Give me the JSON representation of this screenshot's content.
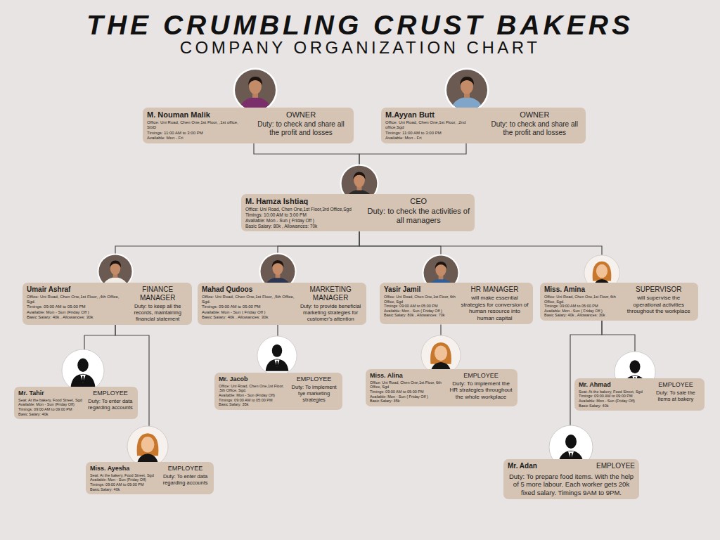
{
  "diagram": {
    "title": "THE CRUMBLING CRUST BAKERS",
    "nodes": [
      {
        "text": [
          "M. Nouman Malik",
          "OWNER",
          "Office: Uni Road, Chen One,1st Floor, ,1st office, SGD",
          "Timings: 11:00 AM to 3:00 PM",
          "Available: Mon - Fri",
          "Duty: to check and share all the profit and losses"
        ]
      },
      {
        "text": [
          "M.Ayyan Butt",
          "OWNER",
          "Office: Uni Road, Chen One,1st Floor, ,2nd office,Sgd",
          "Timings: 11:00 AM to 3:00 PM",
          "Available: Mon - Fri",
          "Duty: to check and share all the profit and losses"
        ]
      },
      {
        "text": [
          "M. Hamza Ishtiaq",
          "CEO",
          "Office: Uni Road, Chen One,1st Floor,3rd Office,Sgd",
          "Timings: 10:00 AM to 3:00 PM",
          "Available: Mon - Sun ( Friday Off )",
          "Basic Salary: 80k , Allowances: 70k",
          "Duty: to check the activities of all managers"
        ]
      },
      {
        "text": [
          "Umair Ashraf",
          "FINANCE MANAGER",
          "Office: Uni Road, Chen One,1st Floor, ,4th Office, Sgd.",
          "Timings: 09:00 AM to 05:00 PM",
          "Available: Mon - Sun (Friday Off )",
          "Basic Salary: 40k , Allowances: 30k",
          "Duty: to keep all the records, maintaining financial statement"
        ]
      },
      {
        "text": [
          "Mahad Qudoos",
          "MARKETING MANAGER",
          "Office: Uni Road, Chen One,1st Floor, ,5th Office, Sgd.",
          "Timings: 09:00 AM to 05:00 PM",
          "Available: Mon - Sun ( Friday Off )",
          "Basic Salary: 40k , Allowances: 30k",
          "Duty: to provide beneficial marketing strategies for customer's attention"
        ]
      },
      {
        "text": [
          "Yasir Jamil",
          "HR MANAGER",
          "Office: Uni Road, Chen One,1st Floor, 6th Office, Sgd",
          "Timings: 09:00 AM to 05:00 PM",
          "Available: Mon - Sun ( Friday Off )",
          "Basic Salary: 80k , Allowances: 70k",
          "will make essential strategies for conversion of human resource into human capital"
        ]
      },
      {
        "text": [
          "Miss. Amina",
          "SUPERVISOR",
          "Office: Uni Road, Chen One,1st Floor, 6th Office, Sgd.",
          "Timings: 09:00 AM to 05:00 PM",
          "Available: Mon - Sun ( Friday Off )",
          "Basic Salary: 40k , Allowances: 30k",
          "will supervise the operational activities throughout the workplace"
        ]
      },
      {
        "text": [
          "Mr. Tahir",
          "EMPLOYEE",
          "Seat: At the bakery, Food Street, Sgd",
          "Available: Mon - Sun (Friday Off)",
          "Timings: 09:00 AM to 09:00 PM",
          "Basic Salary: 40k",
          "Duty: To enter data regarding accounts"
        ]
      },
      {
        "text": [
          "Miss. Ayesha",
          "EMPLOYEE",
          "Seat: At the bakery, Food Street, Sgd",
          "Available: Mon - Sun (Friday Off)",
          "Timings: 09:00 AM to 09:00 PM",
          "Basic Salary: 40k",
          "Duty: To enter data regarding accounts"
        ]
      },
      {
        "text": [
          "Mr. Jacob",
          "EMPLOYEE",
          "Office: Uni Road, Chen One,1st Floor, ,5th Office, Sgd.",
          "Available: Mon - Sun (Friday Off)",
          "Timings: 09:00 AM to 05:00 PM",
          "Basic Salary: 35k",
          "Duty: To implement tye marketing strategies"
        ]
      },
      {
        "text": [
          "Miss. Alina",
          "EMPLOYEE",
          "Office: Uni Road, Chen One,1st Floor, 6th Office, Sgd",
          "Timings: 09:00 AM to 05:00 PM",
          "Available: Mon - Sun ( Friday Off )",
          "Basic Salary: 35k",
          "Duty: To implement the HR strategies throughout the whole workplace"
        ]
      },
      {
        "text": [
          "Mr. Ahmad",
          "EMPLOYEE",
          "Seat: At the bakery, Food Street, Sgd",
          "Timings: 09:00 AM to 09:00 PM",
          "Available: Mon - Sun (Friday Off)",
          "Basic Salary: 40k",
          "Duty: To sale the items at bakery"
        ]
      },
      {
        "text": [
          "Mr. Adan",
          "EMPLOYEE",
          "Duty: To prepare food items. With the help of 5 more labour. Each worker gets 20k fixed salary. Timings 9AM to 9PM."
        ]
      }
    ],
    "edges": [
      {
        "from": 0,
        "to": 2,
        "arrow": "none"
      },
      {
        "from": 1,
        "to": 2,
        "arrow": "none"
      },
      {
        "from": 2,
        "to": 3,
        "arrow": "none"
      },
      {
        "from": 2,
        "to": 4,
        "arrow": "none"
      },
      {
        "from": 2,
        "to": 5,
        "arrow": "none"
      },
      {
        "from": 2,
        "to": 6,
        "arrow": "none"
      },
      {
        "from": 3,
        "to": 7,
        "arrow": "none"
      },
      {
        "from": 3,
        "to": 8,
        "arrow": "none"
      },
      {
        "from": 4,
        "to": 9,
        "arrow": "none"
      },
      {
        "from": 5,
        "to": 10,
        "arrow": "none"
      },
      {
        "from": 6,
        "to": 11,
        "arrow": "none"
      },
      {
        "from": 6,
        "to": 12,
        "arrow": "none"
      }
    ],
    "labels": [
      "COMPANY ORGANIZATION CHART"
    ]
  }
}
